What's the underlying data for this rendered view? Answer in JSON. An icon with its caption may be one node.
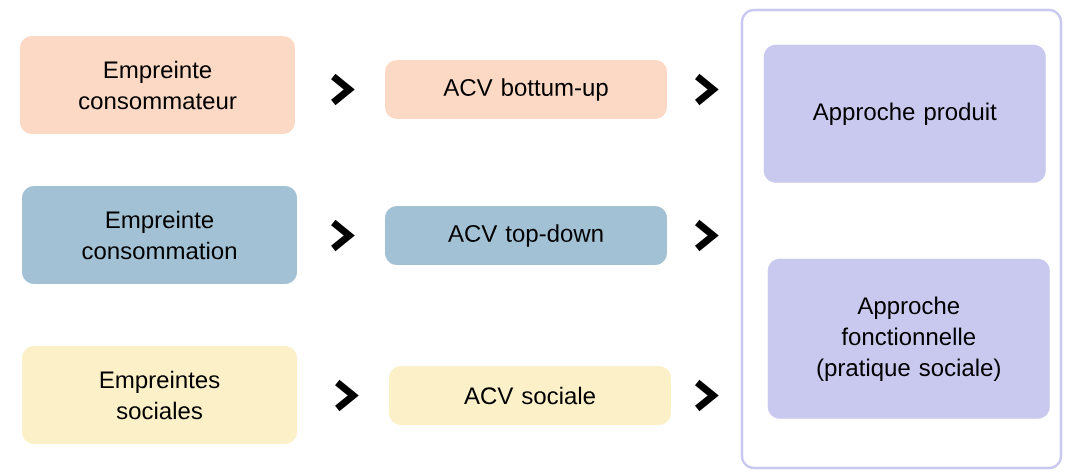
{
  "diagram": {
    "nodes": [
      {
        "text": [
          "Empreinte consommateur"
        ]
      },
      {
        "text": [
          "ACV bottum-up"
        ]
      },
      {
        "text": [
          "Empreinte consommation"
        ]
      },
      {
        "text": [
          "ACV top-down"
        ]
      },
      {
        "text": [
          "Empreintes sociales"
        ]
      },
      {
        "text": [
          "ACV sociale"
        ]
      },
      {
        "text": [],
        "shape": "box"
      },
      {
        "text": [
          "Approche produit"
        ],
        "in": 6
      },
      {
        "text": [
          "Approche fonctionnelle (pratique sociale)"
        ],
        "in": 6
      }
    ],
    "edges": [
      {
        "from": 0,
        "to": 1,
        "arrow": "to"
      },
      {
        "from": 1,
        "to": 6,
        "arrow": "to"
      },
      {
        "from": 2,
        "to": 3,
        "arrow": "to"
      },
      {
        "from": 3,
        "to": 6,
        "arrow": "to"
      },
      {
        "from": 4,
        "to": 5,
        "arrow": "to"
      },
      {
        "from": 5,
        "to": 6,
        "arrow": "to"
      }
    ]
  }
}
